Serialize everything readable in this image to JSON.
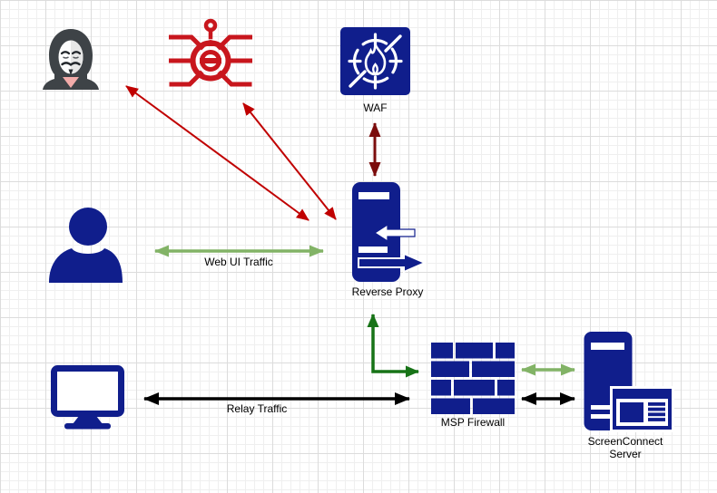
{
  "diagram": {
    "type": "network-architecture",
    "palette": {
      "navy": "#101E8C",
      "attack_red": "#C00000",
      "bug_red": "#C8161D",
      "waf_link_maroon": "#7B0C0C",
      "light_green": "#82B366",
      "dark_green": "#177317",
      "black": "#000000",
      "hood_gray": "#3E4347",
      "mask_pink": "#F2ABA9",
      "grid_minor": "#EFEFEF",
      "grid_major": "#DCDCDC"
    },
    "nodes": [
      {
        "id": "attacker",
        "icon": "anonymous-hacker-icon",
        "label": ""
      },
      {
        "id": "malware-bug",
        "icon": "bug-icon",
        "label": ""
      },
      {
        "id": "waf",
        "icon": "waf-flame-target-icon",
        "label": "WAF"
      },
      {
        "id": "reverse-proxy",
        "icon": "proxy-server-icon",
        "label": "Reverse Proxy"
      },
      {
        "id": "user",
        "icon": "person-icon",
        "label": ""
      },
      {
        "id": "workstation",
        "icon": "monitor-icon",
        "label": ""
      },
      {
        "id": "msp-firewall",
        "icon": "brick-wall-icon",
        "label": "MSP Firewall"
      },
      {
        "id": "screenconnect-server",
        "icon": "server-with-console-icon",
        "label": "ScreenConnect Server"
      }
    ],
    "edges": [
      {
        "from": "attacker",
        "to": "reverse-proxy",
        "color": "#C00000",
        "arrows": "both",
        "label": ""
      },
      {
        "from": "malware-bug",
        "to": "reverse-proxy",
        "color": "#C00000",
        "arrows": "both",
        "label": ""
      },
      {
        "from": "waf",
        "to": "reverse-proxy",
        "color": "#7B0C0C",
        "arrows": "both",
        "label": ""
      },
      {
        "from": "user",
        "to": "reverse-proxy",
        "color": "#82B366",
        "arrows": "both",
        "label": "Web UI Traffic"
      },
      {
        "from": "reverse-proxy",
        "to": "msp-firewall",
        "color": "#177317",
        "arrows": "both",
        "route": "elbow",
        "label": ""
      },
      {
        "from": "workstation",
        "to": "msp-firewall",
        "color": "#000000",
        "arrows": "both",
        "label": "Relay Traffic"
      },
      {
        "from": "msp-firewall",
        "to": "screenconnect-server",
        "color": "#82B366",
        "arrows": "both",
        "label": ""
      },
      {
        "from": "msp-firewall",
        "to": "screenconnect-server",
        "color": "#000000",
        "arrows": "both",
        "label": ""
      }
    ]
  }
}
